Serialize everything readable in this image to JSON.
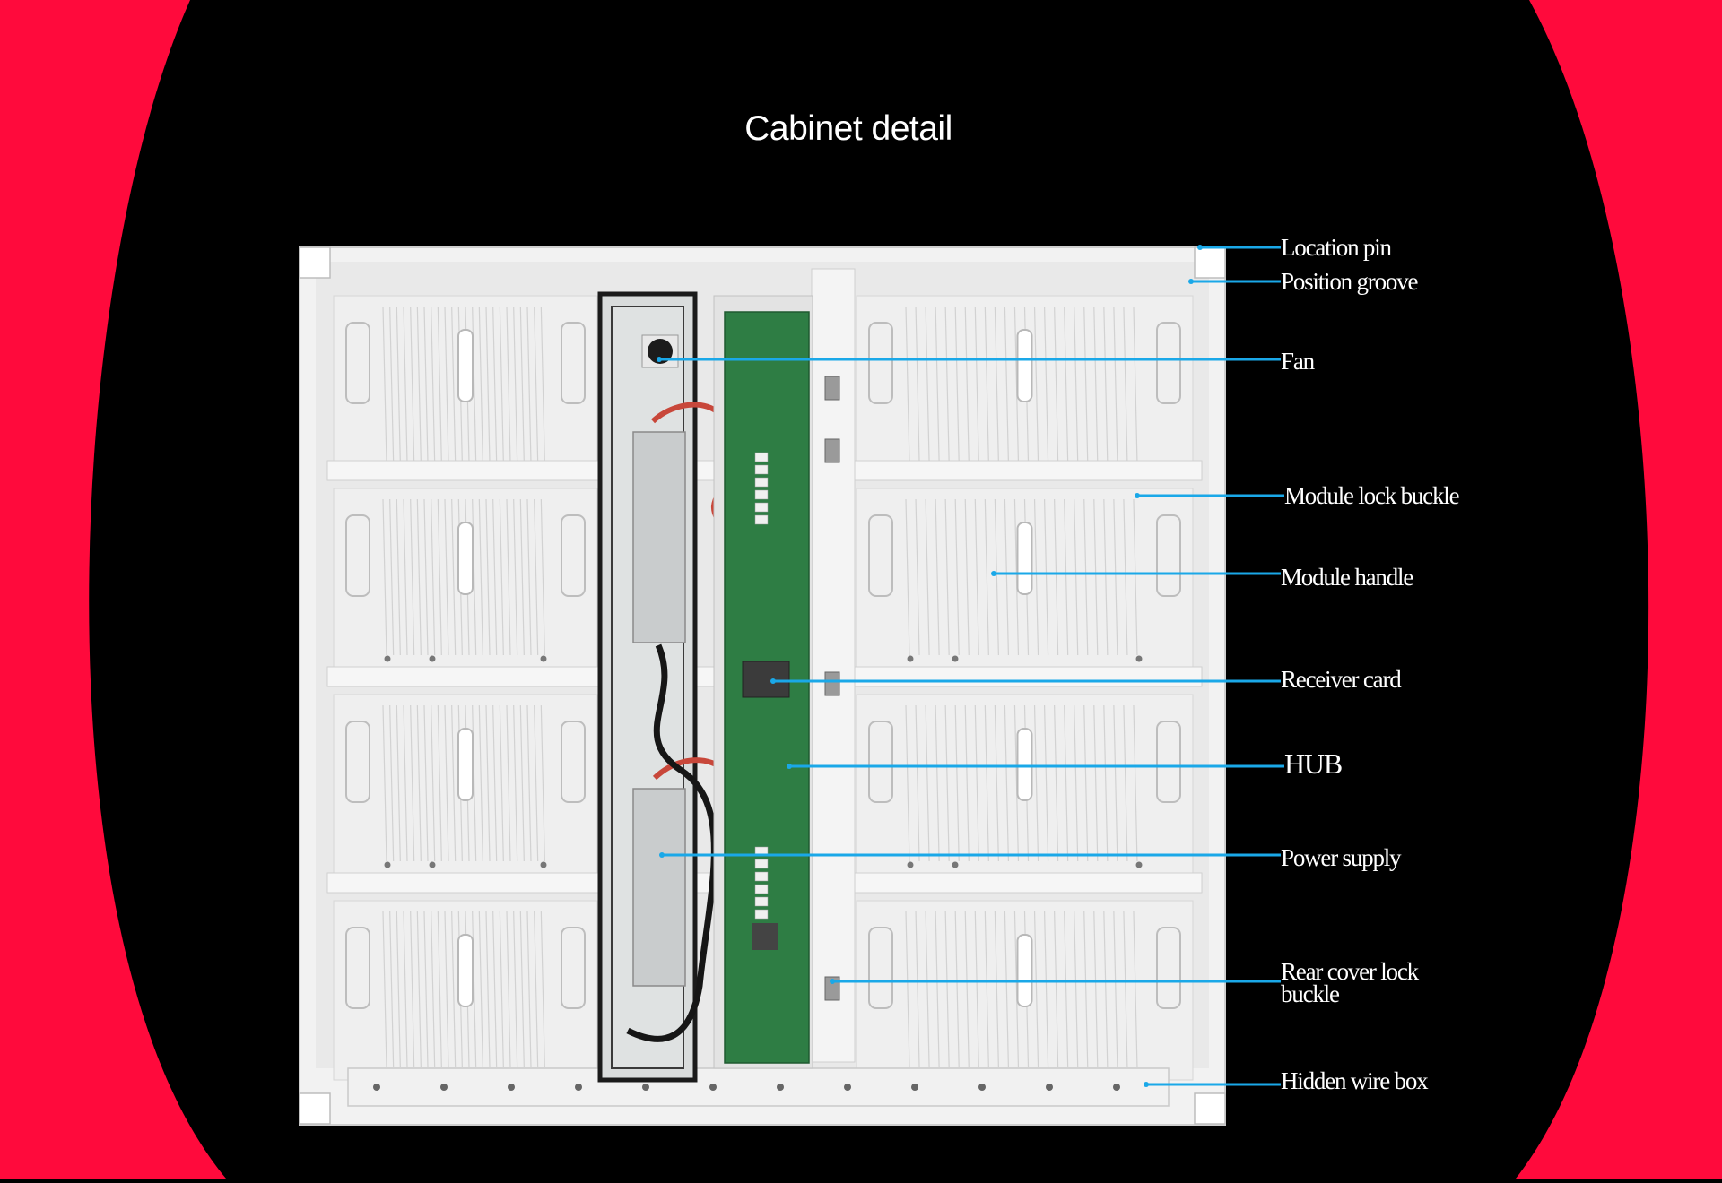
{
  "title": "Cabinet detail",
  "colors": {
    "accent_red": "#ff0a3c",
    "background": "#000000",
    "leader_line": "#1aa8e8",
    "label_text": "#ffffff",
    "cabinet_frame": "#f2f2f2",
    "pcb_green": "#2e7d44"
  },
  "callouts": [
    {
      "label": "Location pin"
    },
    {
      "label": "Position groove"
    },
    {
      "label": "Fan"
    },
    {
      "label": "Module lock buckle"
    },
    {
      "label": "Module handle"
    },
    {
      "label": "Receiver card"
    },
    {
      "label": "HUB"
    },
    {
      "label": "Power supply"
    },
    {
      "label": "Rear cover lock\nbuckle"
    },
    {
      "label": "Hidden wire box"
    }
  ]
}
